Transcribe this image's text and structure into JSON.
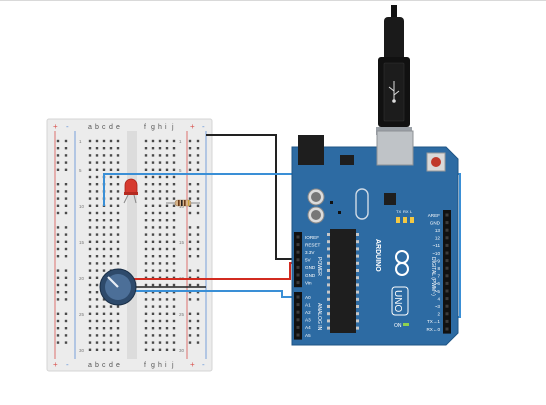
{
  "app": {
    "view": "circuit-editor-canvas"
  },
  "breadboard": {
    "top_columns_left": [
      "a",
      "b",
      "c",
      "d",
      "e"
    ],
    "top_columns_right": [
      "f",
      "g",
      "h",
      "i",
      "j"
    ],
    "bottom_columns_left": [
      "a",
      "b",
      "c",
      "d",
      "e"
    ],
    "bottom_columns_right": [
      "f",
      "g",
      "h",
      "i",
      "j"
    ],
    "rail_plus": "+",
    "rail_minus": "-",
    "row_numbers": [
      "1",
      "5",
      "10",
      "15",
      "20",
      "25",
      "30"
    ]
  },
  "arduino": {
    "brand": "ARDUINO",
    "model": "UNO",
    "power_header": [
      "IOREF",
      "RESET",
      "3.3V",
      "5V",
      "GND",
      "GND",
      "Vin"
    ],
    "power_label": "POWER",
    "analog_header": [
      "A0",
      "A1",
      "A2",
      "A3",
      "A4",
      "A5"
    ],
    "analog_label": "ANALOG IN",
    "digital_header": [
      "AREF",
      "GND",
      "13",
      "12",
      "~11",
      "~10",
      "~9",
      "8",
      "7",
      "~6",
      "~5",
      "4",
      "~3",
      "2",
      "TX→1",
      "RX←0"
    ],
    "digital_label": "DIGITAL (PWM~)",
    "led_labels": [
      "TX",
      "RX",
      "L"
    ],
    "on_label": "ON"
  },
  "colors": {
    "board_blue": "#2d6ba3",
    "board_dark": "#1f5586",
    "wire_black": "#222222",
    "wire_red": "#d22b20",
    "wire_blue": "#3a8fd6",
    "led_red": "#d63a2f",
    "breadboard": "#ececec",
    "rail_red": "#d9534f",
    "rail_blue": "#5b8fd6"
  },
  "icons": [
    "usb-plug-icon",
    "potentiometer-icon",
    "led-icon",
    "resistor-icon"
  ]
}
